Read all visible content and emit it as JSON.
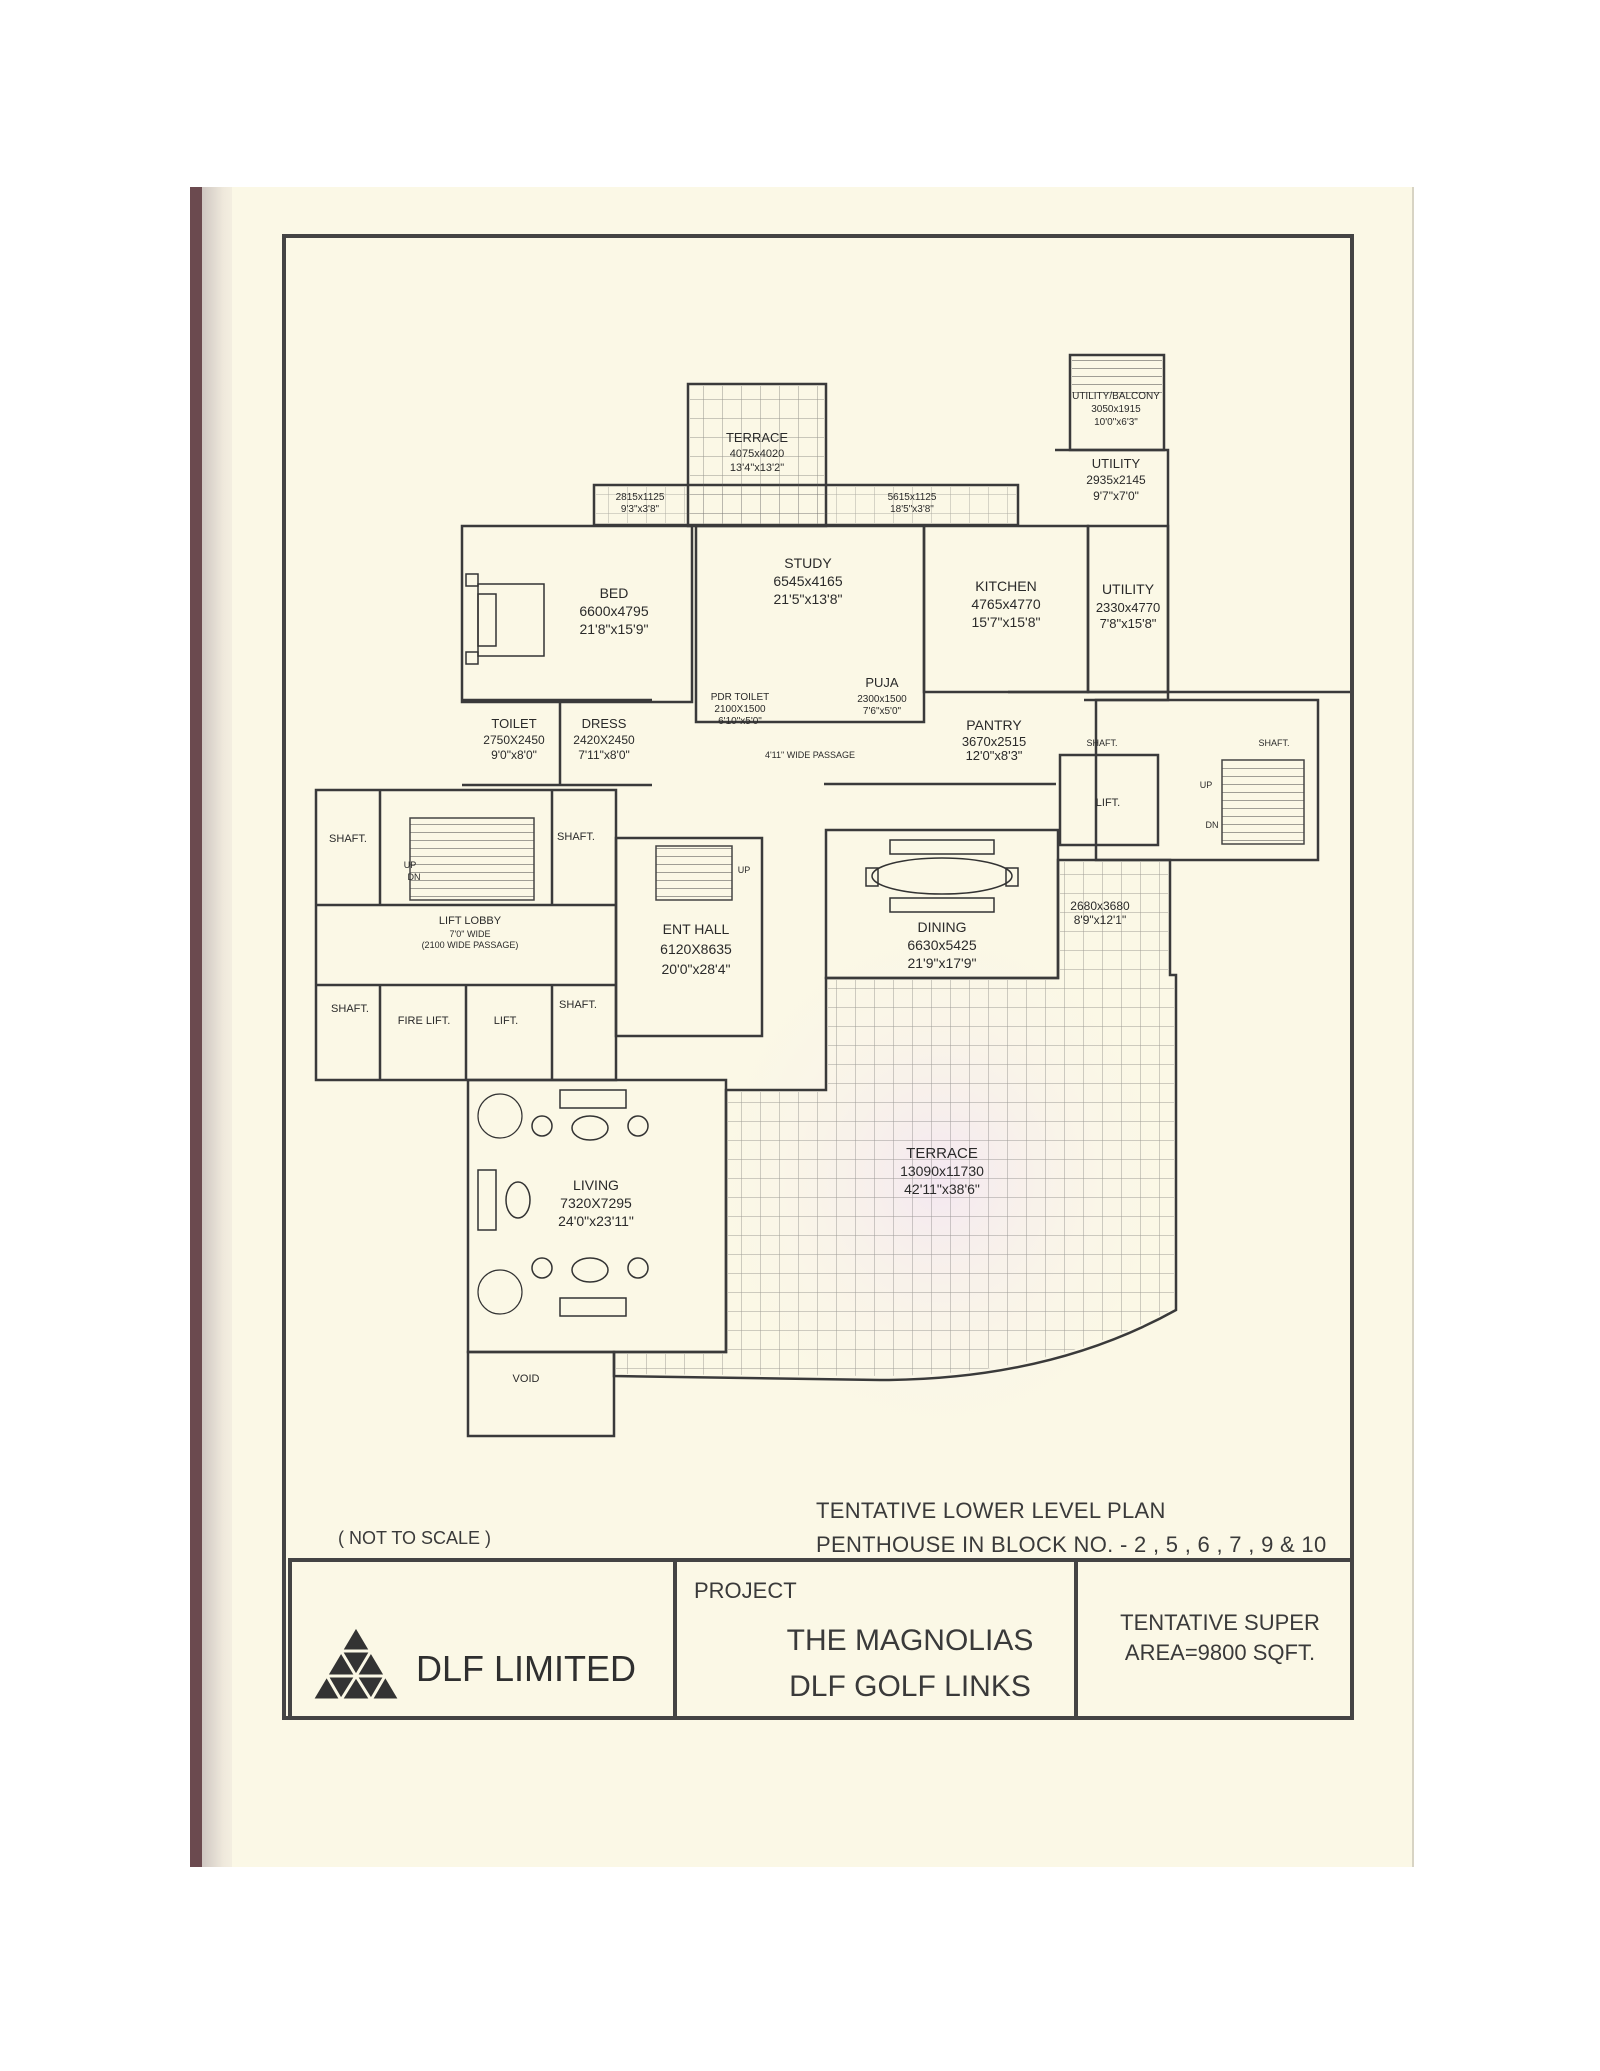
{
  "plan": {
    "rooms": [
      {
        "name": "TERRACE",
        "size_mm": "4075x4020",
        "size_ft": "13'4\"x13'2\""
      },
      {
        "name": "UTILITY/BALCONY",
        "size_mm": "3050x1915",
        "size_ft": "10'0\"x6'3\""
      },
      {
        "name": "UTILITY",
        "size_mm": "2935x2145",
        "size_ft": "9'7\"x7'0\""
      },
      {
        "name": "BED",
        "size_mm": "6600x4795",
        "size_ft": "21'8\"x15'9\""
      },
      {
        "name": "STUDY",
        "size_mm": "6545x4165",
        "size_ft": "21'5\"x13'8\""
      },
      {
        "name": "KITCHEN",
        "size_mm": "4765x4770",
        "size_ft": "15'7\"x15'8\""
      },
      {
        "name": "UTILITY",
        "size_mm": "2330x4770",
        "size_ft": "7'8\"x15'8\""
      },
      {
        "name": "PUJA",
        "size_mm": "2300x1500",
        "size_ft": "7'6\"x5'0\""
      },
      {
        "name": "PDR TOILET",
        "size_mm": "2100X1500",
        "size_ft": "6'10\"x5'0\""
      },
      {
        "name": "TOILET",
        "size_mm": "2750X2450",
        "size_ft": "9'0\"x8'0\""
      },
      {
        "name": "DRESS",
        "size_mm": "2420X2450",
        "size_ft": "7'11\"x8'0\""
      },
      {
        "name": "PANTRY",
        "size_mm": "3670x2515",
        "size_ft": "12'0\"x8'3\""
      },
      {
        "name": "ENT HALL",
        "size_mm": "6120X8635",
        "size_ft": "20'0\"x28'4\""
      },
      {
        "name": "DINING",
        "size_mm": "6630x5425",
        "size_ft": "21'9\"x17'9\""
      },
      {
        "name": "LIVING",
        "size_mm": "7320X7295",
        "size_ft": "24'0\"x23'11\""
      },
      {
        "name": "TERRACE",
        "size_mm": "13090x11730",
        "size_ft": "42'11\"x38'6\""
      }
    ],
    "misc": {
      "strip_left_mm": "2815x1125",
      "strip_left_ft": "9'3\"x3'8\"",
      "strip_right_mm": "5615x1125",
      "strip_right_ft": "18'5\"x3'8\"",
      "corner_mm": "2680x3680",
      "corner_ft": "8'9\"x12'1\"",
      "passage": "4'11\" WIDE PASSAGE",
      "lift_lobby": "LIFT LOBBY",
      "lobby_width": "7'0\" WIDE",
      "lobby_passage": "(2100 WIDE PASSAGE)",
      "shaft": "SHAFT.",
      "lift": "LIFT.",
      "fire_lift": "FIRE LIFT.",
      "up": "UP",
      "dn": "DN",
      "void": "VOID"
    }
  },
  "note": "( NOT TO SCALE )",
  "plan_title": {
    "line1": "TENTATIVE LOWER LEVEL PLAN",
    "line2": "PENTHOUSE IN BLOCK NO. - 2 , 5 , 6 , 7 , 9 & 10"
  },
  "title_block": {
    "company": "DLF LIMITED",
    "project_label": "PROJECT",
    "project_line1": "THE MAGNOLIAS",
    "project_line2": "DLF GOLF LINKS",
    "area_line1": "TENTATIVE SUPER",
    "area_line2": "AREA=9800 SQFT."
  },
  "colors": {
    "paper": "#fbf8e6",
    "ink": "#3a3a3a",
    "spine": "#6b4a4f"
  }
}
